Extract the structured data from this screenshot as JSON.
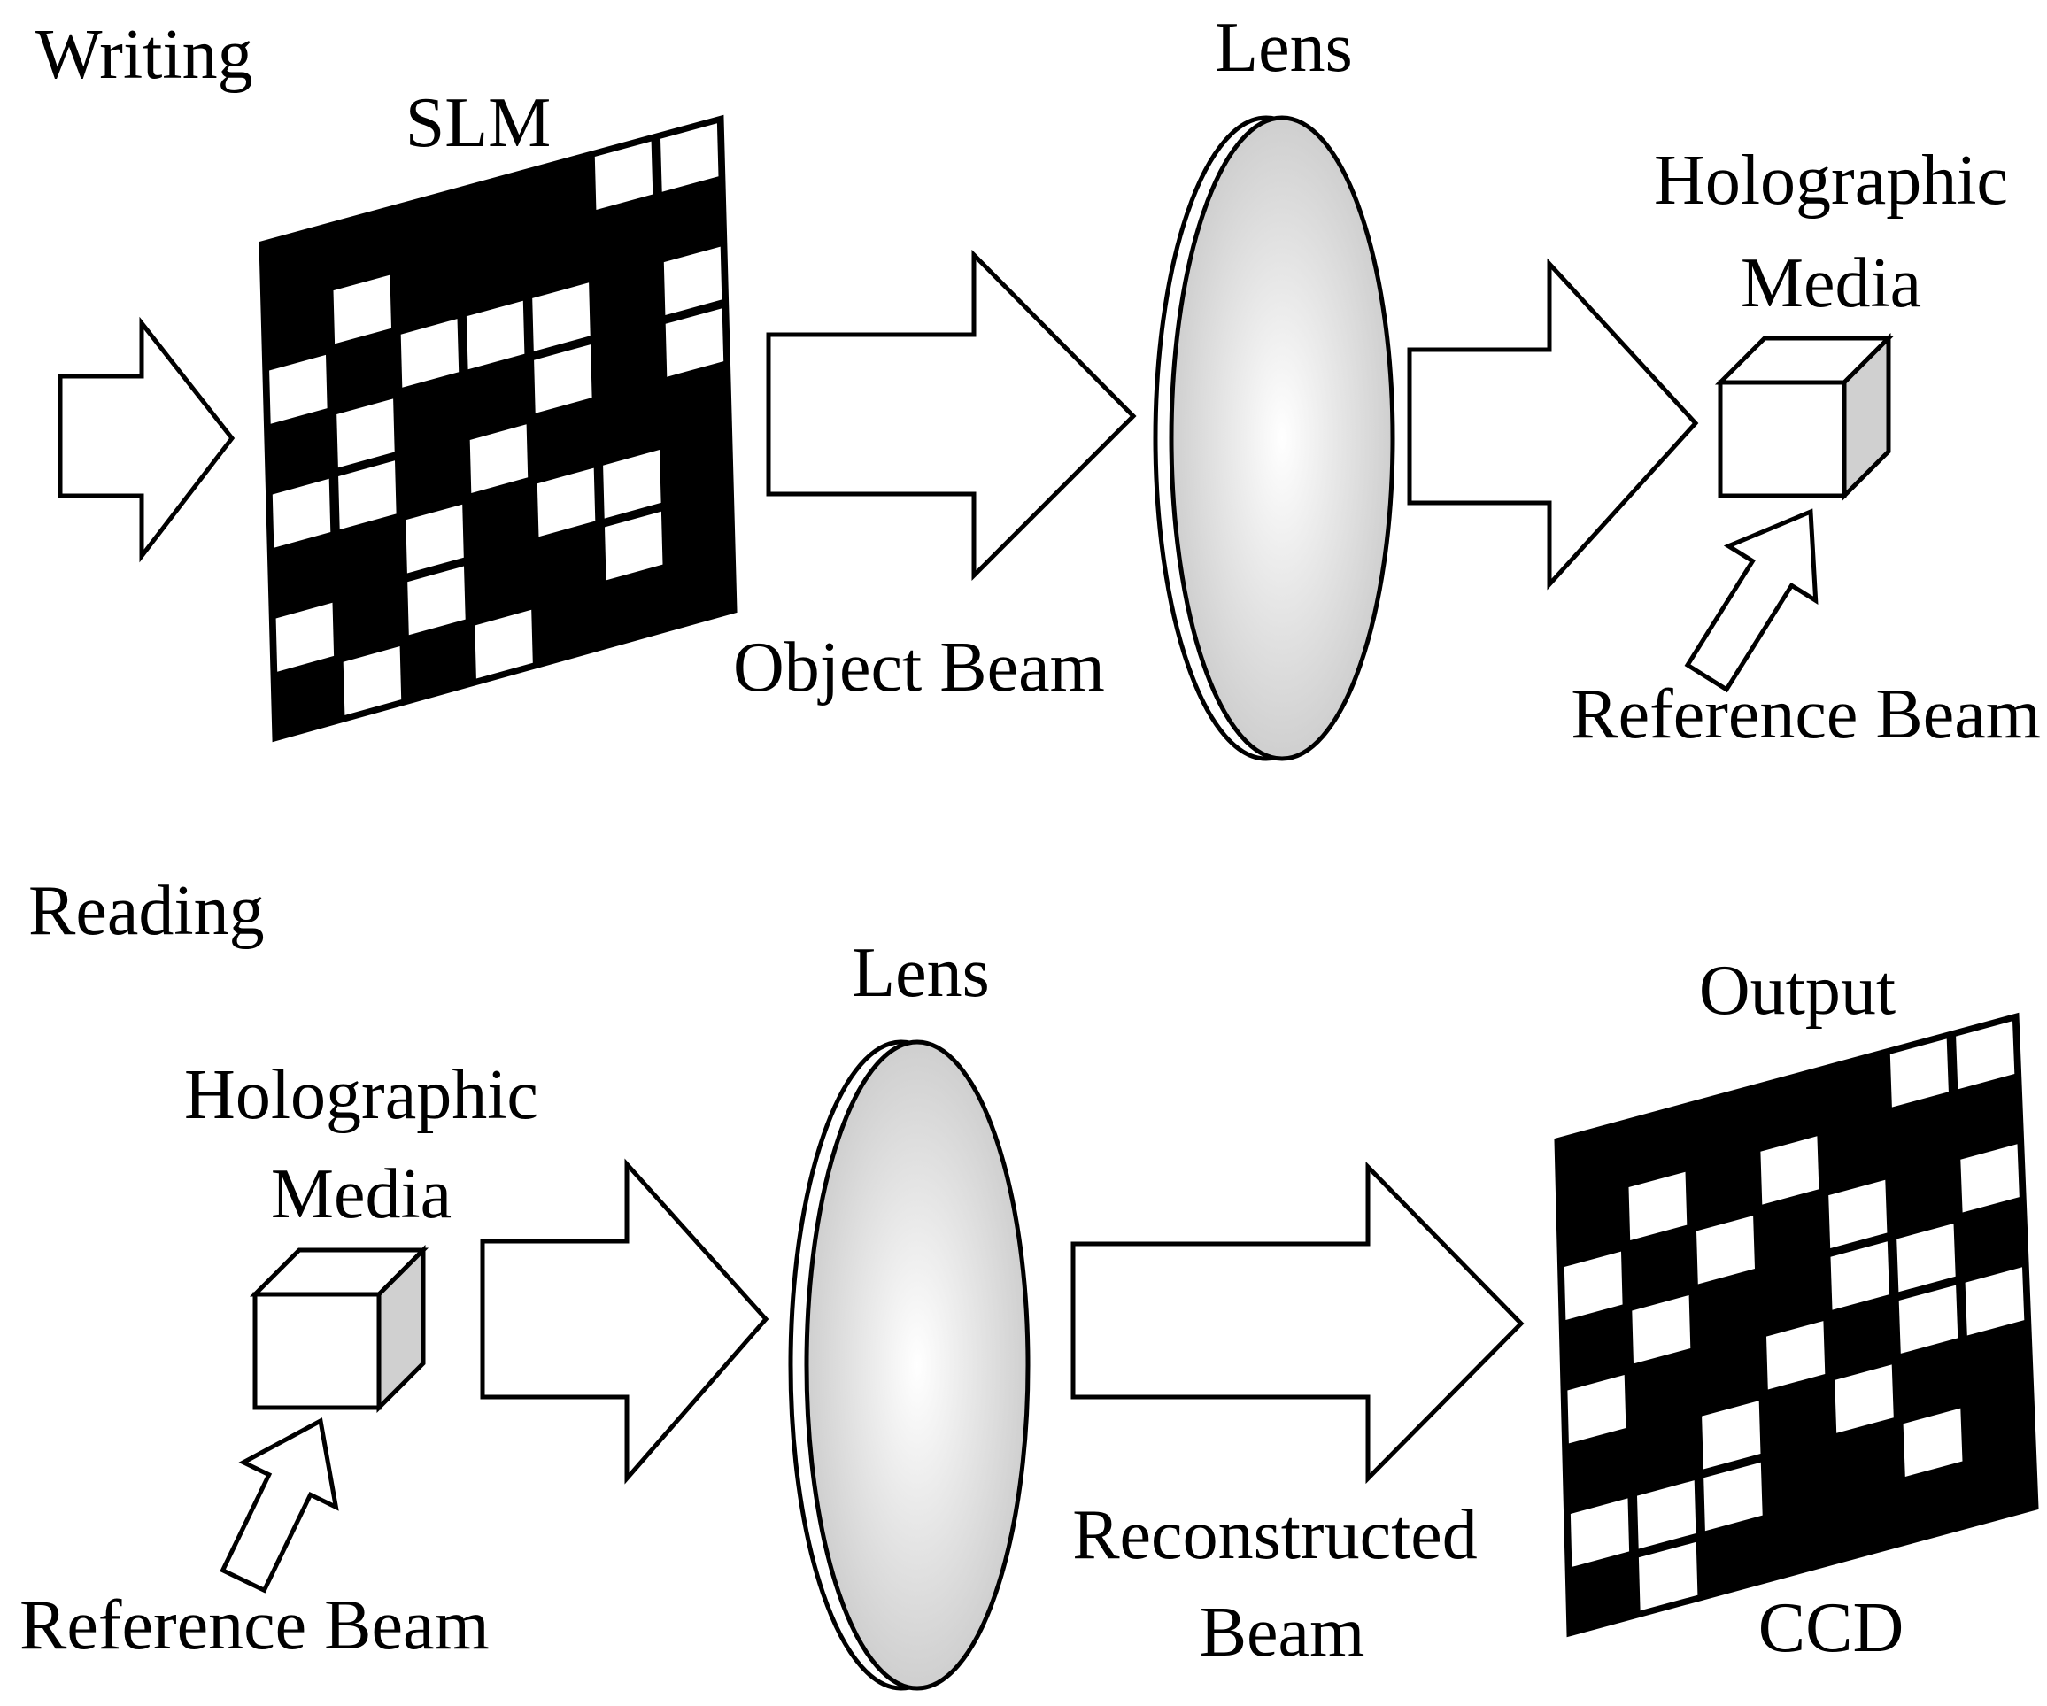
{
  "writing": {
    "section_title": "Writing",
    "slm_label": "SLM",
    "lens_label": "Lens",
    "object_beam_label": "Object Beam",
    "media_label_line1": "Holographic",
    "media_label_line2": "Media",
    "reference_beam_label": "Reference Beam",
    "slm_pattern": [
      [
        0,
        0,
        0,
        0,
        0,
        1,
        1
      ],
      [
        0,
        1,
        0,
        0,
        0,
        0,
        0
      ],
      [
        1,
        0,
        1,
        1,
        1,
        0,
        1
      ],
      [
        0,
        1,
        0,
        0,
        1,
        0,
        1
      ],
      [
        1,
        1,
        0,
        1,
        0,
        0,
        0
      ],
      [
        0,
        0,
        1,
        0,
        1,
        1,
        0
      ],
      [
        1,
        0,
        1,
        0,
        0,
        1,
        0
      ],
      [
        0,
        1,
        0,
        1,
        0,
        0,
        0
      ]
    ]
  },
  "reading": {
    "section_title": "Reading",
    "media_label_line1": "Holographic",
    "media_label_line2": "Media",
    "reference_beam_label": "Reference Beam",
    "lens_label": "Lens",
    "reconstructed_beam_line1": "Reconstructed",
    "reconstructed_beam_line2": "Beam",
    "output_label": "Output",
    "ccd_label": "CCD",
    "ccd_pattern": [
      [
        0,
        0,
        0,
        0,
        0,
        1,
        1
      ],
      [
        0,
        1,
        0,
        1,
        0,
        0,
        0
      ],
      [
        1,
        0,
        1,
        0,
        1,
        0,
        1
      ],
      [
        0,
        1,
        0,
        0,
        1,
        1,
        0
      ],
      [
        1,
        0,
        0,
        1,
        0,
        1,
        1
      ],
      [
        0,
        0,
        1,
        0,
        1,
        0,
        0
      ],
      [
        1,
        1,
        1,
        0,
        0,
        1,
        0
      ],
      [
        0,
        1,
        0,
        0,
        0,
        0,
        0
      ]
    ]
  },
  "colors": {
    "stroke": "#000000",
    "cell_dark": "#000000",
    "cell_light": "#ffffff",
    "cube_side": "#d0d0d0",
    "lens_center": "#ffffff",
    "lens_edge": "#cfcfcf"
  }
}
